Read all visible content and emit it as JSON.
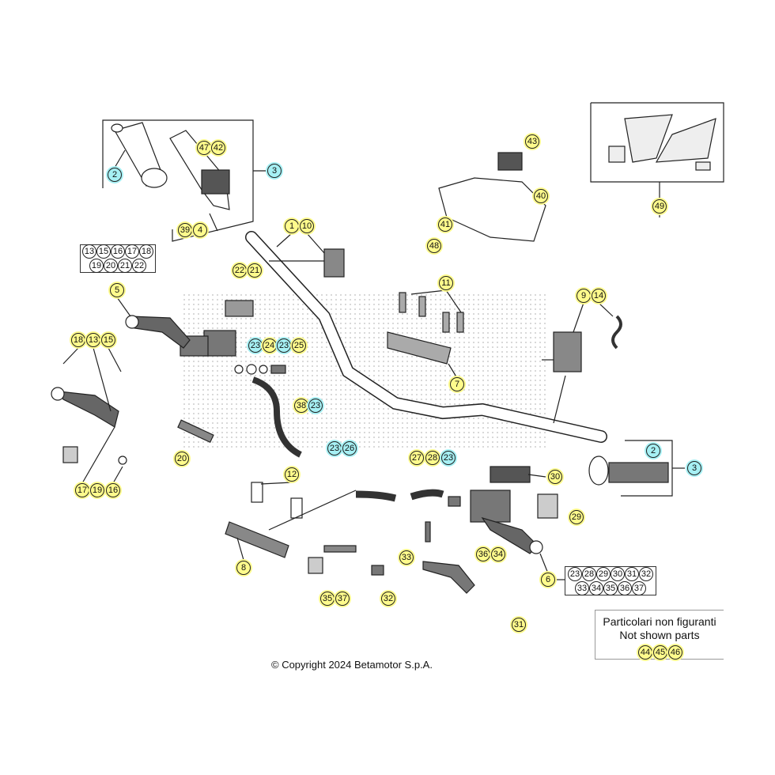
{
  "callouts": [
    "2",
    "3",
    "47",
    "42",
    "39",
    "4",
    "1",
    "10",
    "43",
    "40",
    "41",
    "48",
    "49",
    "5",
    "22",
    "21",
    "11",
    "9",
    "14",
    "18",
    "13",
    "15",
    "23",
    "24",
    "23",
    "25",
    "7",
    "38",
    "23",
    "20",
    "23",
    "26",
    "27",
    "28",
    "23",
    "2",
    "3",
    "12",
    "30",
    "17",
    "19",
    "16",
    "29",
    "8",
    "33",
    "36",
    "34",
    "6",
    "35",
    "37",
    "32",
    "31"
  ],
  "group_5": {
    "row1": [
      "13",
      "15",
      "16",
      "17",
      "18"
    ],
    "row2": [
      "19",
      "20",
      "21",
      "22"
    ]
  },
  "group_6": {
    "row1": [
      "23",
      "28",
      "29",
      "30",
      "31",
      "32"
    ],
    "row2": [
      "33",
      "34",
      "35",
      "36",
      "37"
    ]
  },
  "not_shown": {
    "title_it": "Particolari non figuranti",
    "title_en": "Not shown parts",
    "parts": [
      "44",
      "45",
      "46"
    ]
  },
  "copyright": "© Copyright 2024 Betamotor S.p.A.",
  "highlight_colors": {
    "yellow": "#fffb8c",
    "cyan": "#a6f0f4"
  }
}
